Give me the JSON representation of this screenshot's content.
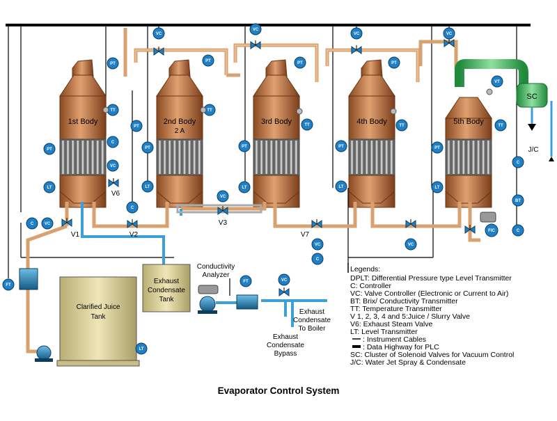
{
  "title": "Evaporator Control System",
  "bodies": [
    {
      "name": "1st Body",
      "sub": ""
    },
    {
      "name": "2nd Body",
      "sub": "2 A"
    },
    {
      "name": "3rd Body",
      "sub": ""
    },
    {
      "name": "4th Body",
      "sub": ""
    },
    {
      "name": "5th Body",
      "sub": ""
    }
  ],
  "tanks": {
    "clarified": [
      "Clarified Juice",
      "Tank"
    ],
    "exhaust": [
      "Exhaust",
      "Condensate",
      "Tank"
    ]
  },
  "labels": {
    "conductivity": [
      "Conductivity",
      "Analyzer"
    ],
    "to_boiler": [
      "Exhaust",
      "Condensate",
      "To Boiler"
    ],
    "bypass": [
      "Exhaust",
      "Condensate",
      "Bypass"
    ],
    "jc": "J/C",
    "sc": "SC"
  },
  "valves": {
    "v1": "V1",
    "v2": "V2",
    "v3": "V3",
    "v6": "V6",
    "v7": "V7"
  },
  "instruments": {
    "pt": "PT",
    "tt": "TT",
    "lt": "LT",
    "vc": "VC",
    "c": "C",
    "ft": "FT",
    "bt": "BT",
    "fic": "FIC",
    "vt": "VT"
  },
  "legend": {
    "title": "Legends:",
    "items": [
      "DPLT: Differential Pressure type Level Transmitter",
      "C: Controller",
      "VC: Valve Controller (Electronic or Current to Air)",
      "BT: Brix/ Conductivity Transmitter",
      "TT: Temperature Transmitter",
      "V 1, 2, 3, 4 and 5:Juice / Slurry Valve",
      "V6: Exhaust Steam Valve",
      "LT: Level Transmitter",
      ": Instrument Cables",
      ": Data Highway for PLC",
      "SC: Cluster of Solenoid Valves for Vacuum Control",
      "J/C: Water Jet Spray & Condensate"
    ]
  },
  "colors": {
    "vessel": "#c9773f",
    "vessel_dark": "#8a4a22",
    "pipe_copper": "#d9a070",
    "pipe_water": "#3ba0d8",
    "pipe_green": "#3cab55",
    "instrument": "#1f7fc7",
    "tank": "#ddd29a"
  }
}
